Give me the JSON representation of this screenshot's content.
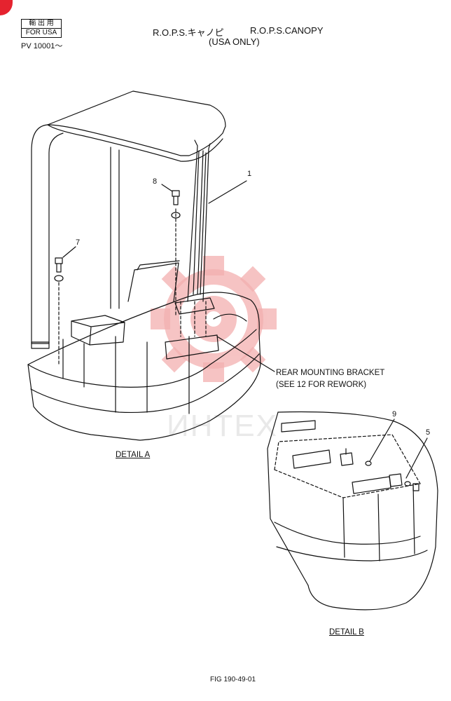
{
  "header": {
    "stamp_line1": "輸 出 用",
    "stamp_line2": "FOR USA",
    "serial": "PV 10001～",
    "title_jp": "R.O.P.S.キャノピ",
    "title_en": "R.O.P.S.CANOPY",
    "subtitle": "(USA ONLY)"
  },
  "callouts": {
    "c1": "1",
    "c5": "5",
    "c7": "7",
    "c8": "8",
    "c9": "9",
    "bracket_line1": "REAR MOUNTING BRACKET",
    "bracket_line2": "(SEE 12 FOR REWORK)"
  },
  "details": {
    "detail_a": "DETAIL A",
    "detail_b": "DETAIL B"
  },
  "watermark": "ИНТЕХ",
  "footer": {
    "figure": "FIG 190-49-01"
  },
  "colors": {
    "watermark": "#f2a7a7",
    "accent": "#e5232f",
    "ink": "#111111"
  }
}
